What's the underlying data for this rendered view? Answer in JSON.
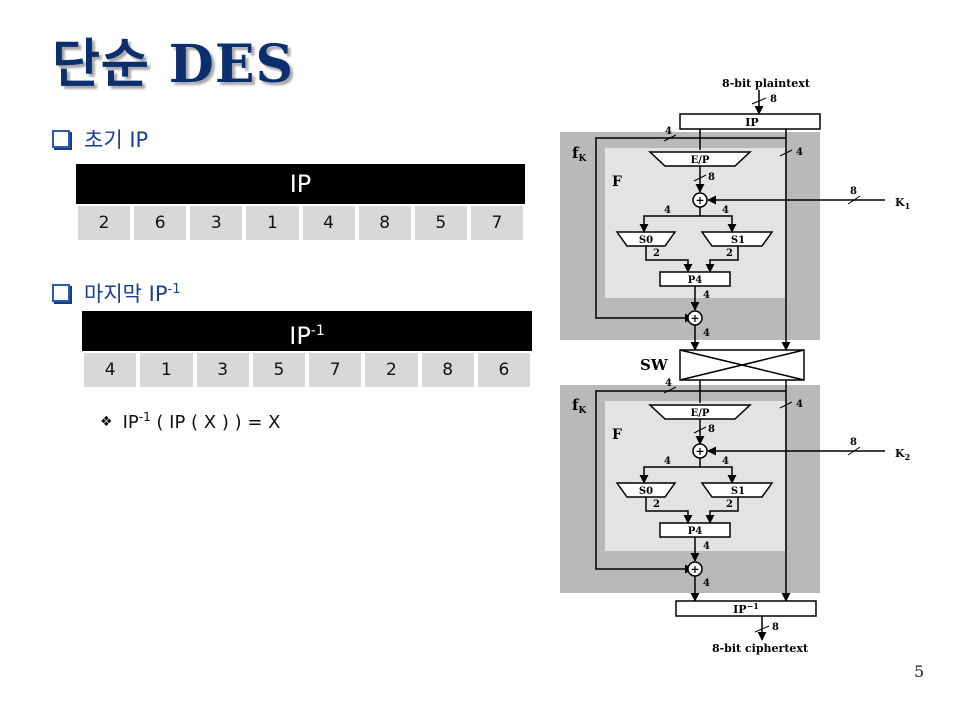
{
  "title": "단순 DES",
  "section1": {
    "label": "초기 IP"
  },
  "ip_table": {
    "header": "IP",
    "values": [
      "2",
      "6",
      "3",
      "1",
      "4",
      "8",
      "5",
      "7"
    ]
  },
  "section2": {
    "label": "마지막 IP",
    "sup": "-1"
  },
  "ipinv_table": {
    "header": "IP",
    "header_sup": "-1",
    "values": [
      "4",
      "1",
      "3",
      "5",
      "7",
      "2",
      "8",
      "6"
    ]
  },
  "identity": {
    "pre": "IP",
    "sup": "-1",
    "rest": " ( IP ( X ) ) = X"
  },
  "diagram": {
    "plaintext": "8-bit plaintext",
    "ciphertext": "8-bit ciphertext",
    "ip": "IP",
    "ipinv": "IP",
    "ipinv_sup": "−1",
    "sw": "SW",
    "fk": "f",
    "fk_sub": "K",
    "f": "F",
    "ep": "E/P",
    "s0": "S0",
    "s1": "S1",
    "p4": "P4",
    "k": "K",
    "k1_sub": "1",
    "k2_sub": "2",
    "xor": "+",
    "n8": "8",
    "n4": "4",
    "n2": "2"
  },
  "page_number": "5"
}
